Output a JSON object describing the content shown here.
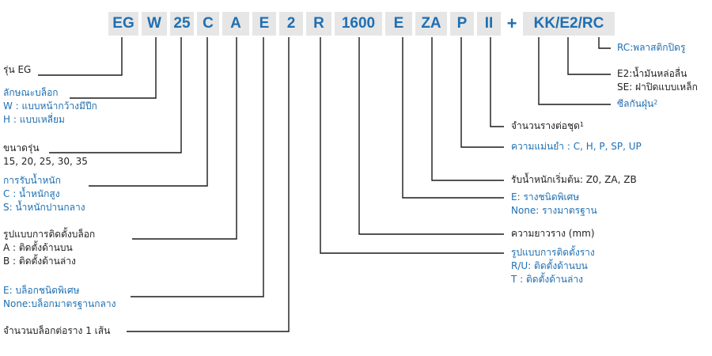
{
  "code": {
    "segments": [
      "EG",
      "W",
      "25",
      "C",
      "A",
      "E",
      "2",
      "R",
      "1600",
      "E",
      "ZA",
      "P",
      "II"
    ],
    "plus": "+",
    "suffix": "KK/E2/RC"
  },
  "labels": {
    "model": "รุ่น EG",
    "block_type": {
      "title": "ลักษณะบล็อก",
      "w": "W : แบบหน้ากว้างมีปีก",
      "h": "H : แบบเหลี่ยม"
    },
    "size": {
      "title": "ขนาดรุ่น",
      "values": "15, 20, 25, 30, 35"
    },
    "load": {
      "title": "การรับน้ำหนัก",
      "c": "C : น้ำหนักสูง",
      "s": "S: น้ำหนักปานกลาง"
    },
    "block_mount": {
      "title": "รูปแบบการติดตั้งบล็อก",
      "a": "A : ติดตั้งด้านบน",
      "b": "B : ติดตั้งด้านล่าง"
    },
    "block_special": {
      "e": "E: บล็อกชนิดพิเศษ",
      "none": "None:บล็อกมาตรฐานกลาง"
    },
    "blocks_per_rail": "จำนวนบล็อกต่อราง 1 เส้น",
    "rc": "RC:พลาสติกปิดรู",
    "e2": "E2:น้ำมันหล่อลื่น",
    "se": "SE: ฝาปิดแบบเหล็ก",
    "seal": "ซีลกันฝุ่น",
    "seal_note": "2",
    "rails_per_set": "จำนวนรางต่อชุด",
    "rails_note": "1",
    "precision": "ความแม่นยำ : C, H, P, SP, UP",
    "preload": "รับน้ำหนักเริ่มต้น: Z0, ZA, ZB",
    "rail_special": {
      "e": "E: รางชนิดพิเศษ",
      "none": "None: รางมาตรฐาน"
    },
    "rail_length": "ความยาวราง (mm)",
    "rail_mount": {
      "title": "รูปแบบการติดตั้งราง",
      "ru": "R/U: ติดตั้งด้านบน",
      "t": "T : ติดตั้งด้านล่าง"
    }
  }
}
